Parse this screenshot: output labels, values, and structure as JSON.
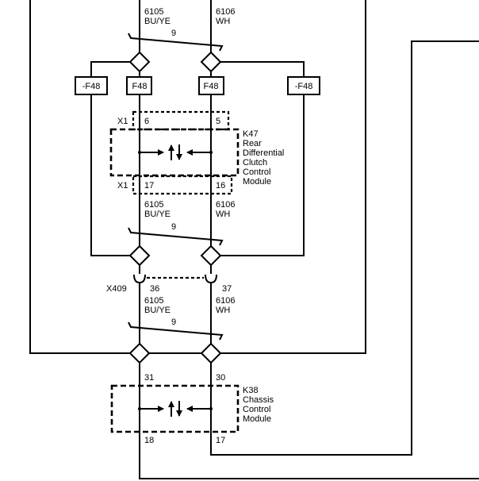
{
  "wires": {
    "left_top": {
      "number": "6105",
      "color": "BU/YE"
    },
    "right_top": {
      "number": "6106",
      "color": "WH"
    },
    "left_mid": {
      "number": "6105",
      "color": "BU/YE"
    },
    "right_mid": {
      "number": "6106",
      "color": "WH"
    },
    "left_low": {
      "number": "6105",
      "color": "BU/YE"
    },
    "right_low": {
      "number": "6106",
      "color": "WH"
    }
  },
  "twist_labels": {
    "top": "9",
    "mid": "9",
    "low": "9"
  },
  "flags": {
    "outer_left": "-F48",
    "inner_left": "F48",
    "inner_right": "F48",
    "outer_right": "-F48"
  },
  "k47": {
    "id": "K47",
    "name_lines": [
      "Rear",
      "Differential",
      "Clutch",
      "Control",
      "Module"
    ],
    "connector_top": "X1",
    "connector_bottom": "X1",
    "pins": {
      "top_left": "6",
      "top_right": "5",
      "bottom_left": "17",
      "bottom_right": "16"
    }
  },
  "inline_connector": {
    "id": "X409",
    "pin_left": "36",
    "pin_right": "37"
  },
  "k38": {
    "id": "K38",
    "name_lines": [
      "Chassis",
      "Control",
      "Module"
    ],
    "pins": {
      "top_left": "31",
      "top_right": "30",
      "bottom_left": "18",
      "bottom_right": "17"
    }
  }
}
